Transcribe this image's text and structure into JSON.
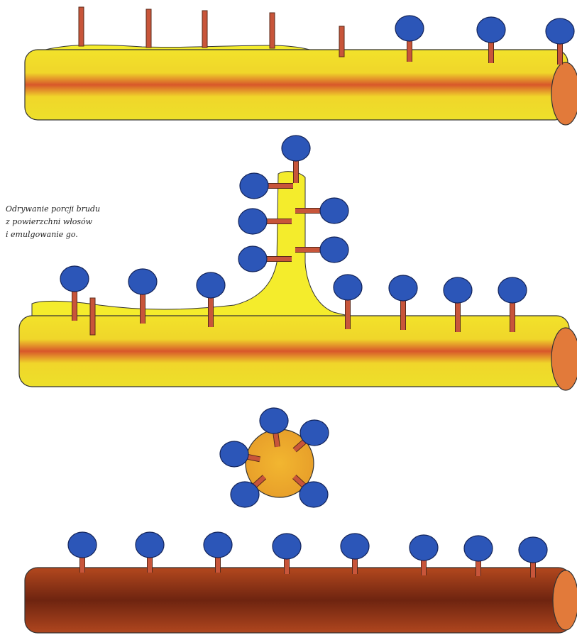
{
  "caption": {
    "lines": [
      "Odrywanie porcji brudu",
      "z powierzchni włosów",
      "i emulgowanie go."
    ]
  },
  "colors": {
    "dirty_hair_edge": "#f2e22a",
    "dirty_hair_core": "#d8572a",
    "dirt_layer": "#f4ec2c",
    "clean_hair_edge": "#b3481e",
    "clean_hair_core": "#6e2410",
    "hair_end": "#e27a3a",
    "surfactant_head": "#2c56b8",
    "surfactant_tail": "#c8553a",
    "micelle_core": "#f0b02e"
  },
  "icons": {
    "surfactant": "blue-head-molecule-icon",
    "micelle": "micelle-icon"
  },
  "stages": [
    {
      "name": "dirty-hair",
      "description_shown": false
    },
    {
      "name": "dirt-lifting",
      "description_shown": true
    },
    {
      "name": "micelle",
      "description_shown": false
    },
    {
      "name": "clean-hair",
      "description_shown": false
    }
  ]
}
